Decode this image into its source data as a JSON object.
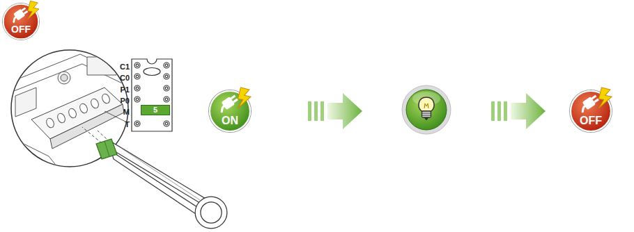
{
  "diagram": {
    "nodes": [
      {
        "text": [
          "OFF"
        ]
      },
      {
        "text": [
          "5"
        ]
      },
      {
        "text": [
          "ON"
        ]
      },
      {
        "text": [
          "OFF"
        ]
      }
    ],
    "labels": [
      "C1",
      "C0",
      "P1",
      "P0",
      "M",
      "T"
    ]
  }
}
